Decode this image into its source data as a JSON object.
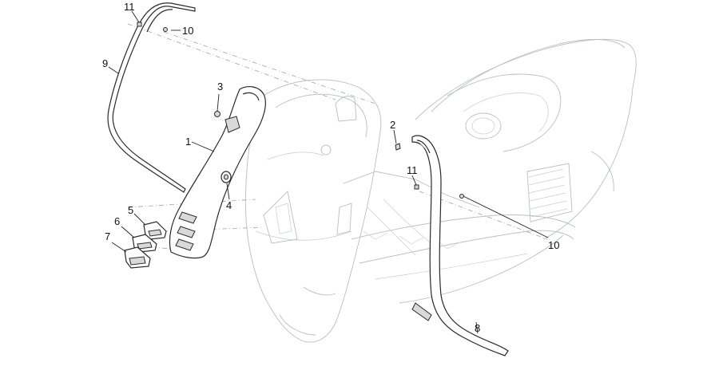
{
  "diagram": {
    "type": "exploded-parts-view",
    "callouts": [
      {
        "key": "c11a",
        "label": "11"
      },
      {
        "key": "c10a",
        "label": "10"
      },
      {
        "key": "c9",
        "label": "9"
      },
      {
        "key": "c3",
        "label": "3"
      },
      {
        "key": "c1",
        "label": "1"
      },
      {
        "key": "c4",
        "label": "4"
      },
      {
        "key": "c5",
        "label": "5"
      },
      {
        "key": "c6",
        "label": "6"
      },
      {
        "key": "c7",
        "label": "7"
      },
      {
        "key": "c2",
        "label": "2"
      },
      {
        "key": "c11b",
        "label": "11"
      },
      {
        "key": "c10b",
        "label": "10"
      },
      {
        "key": "c8",
        "label": "8"
      }
    ]
  }
}
